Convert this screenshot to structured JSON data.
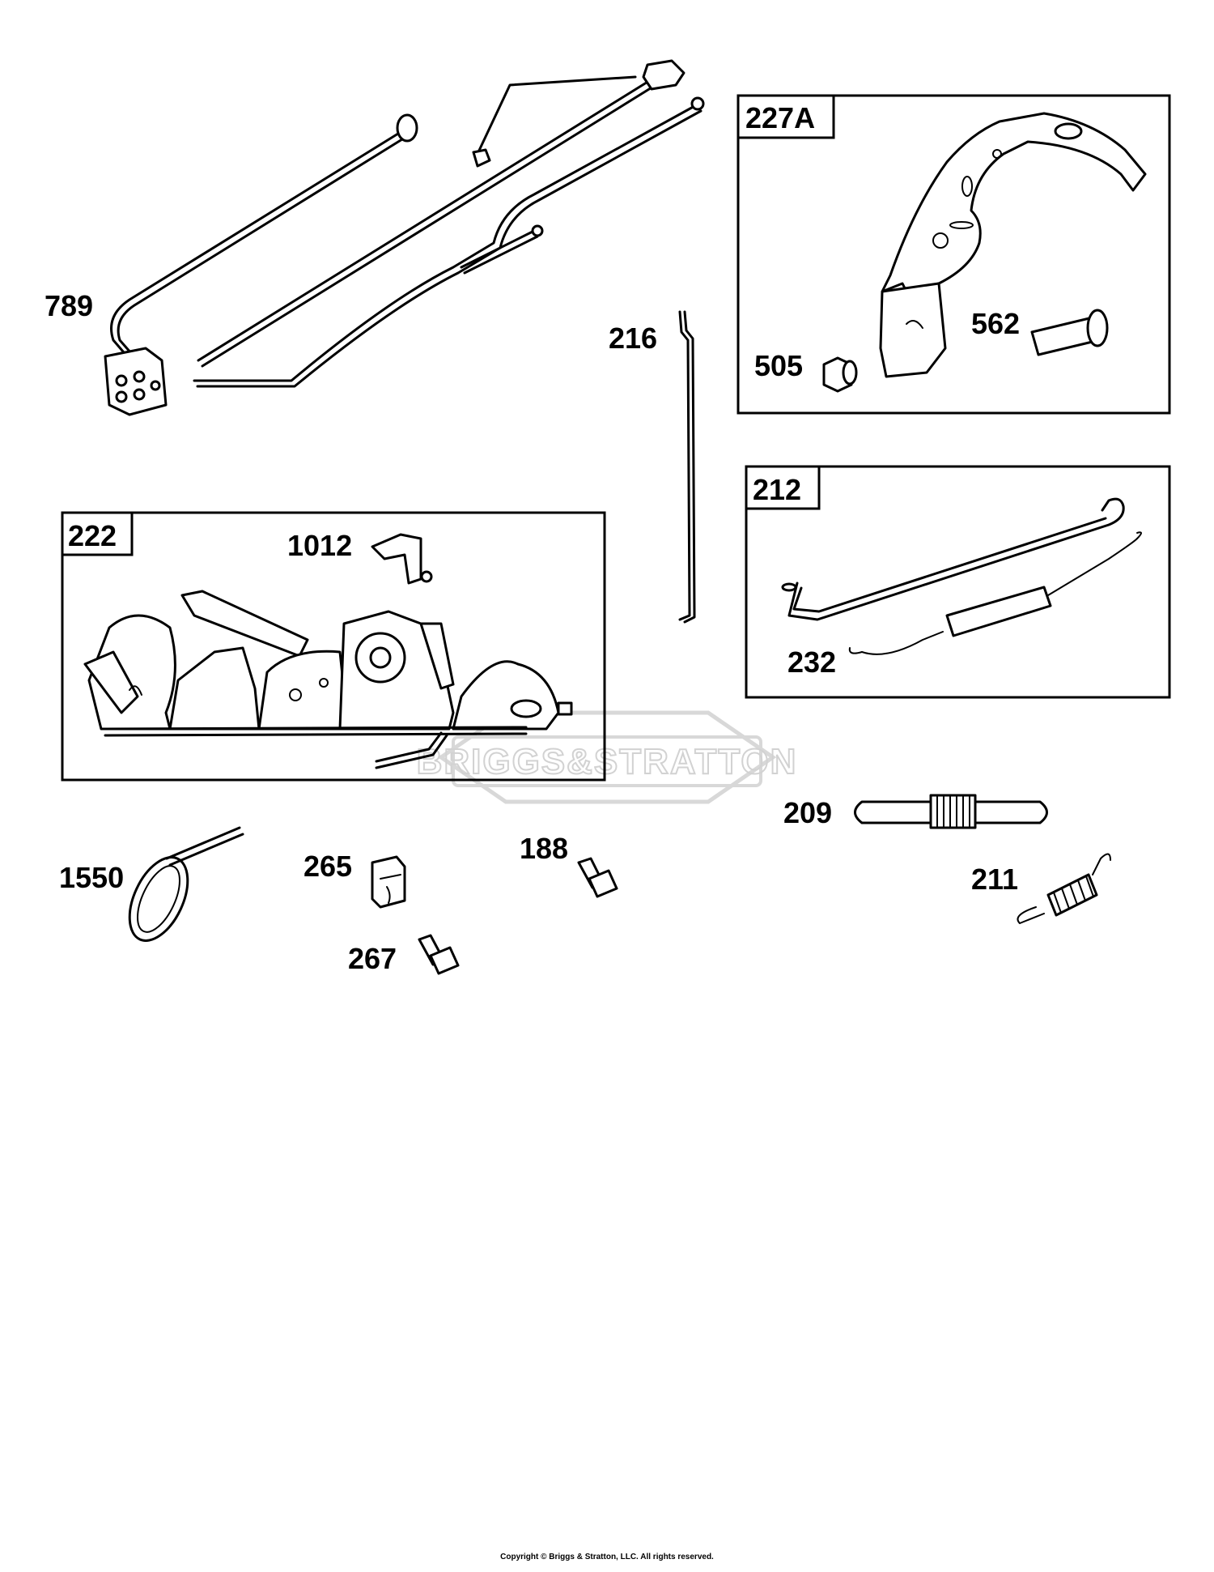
{
  "diagram": {
    "watermark": "BRIGGS&STRATTON",
    "copyright": "Copyright © Briggs & Stratton, LLC. All rights reserved.",
    "boxes": {
      "b227A": "227A",
      "b212": "212",
      "b222": "222"
    },
    "labels": {
      "p789": "789",
      "p216": "216",
      "p505": "505",
      "p562": "562",
      "p1012": "1012",
      "p232": "232",
      "p209": "209",
      "p1550": "1550",
      "p265": "265",
      "p188": "188",
      "p211": "211",
      "p267": "267"
    }
  }
}
